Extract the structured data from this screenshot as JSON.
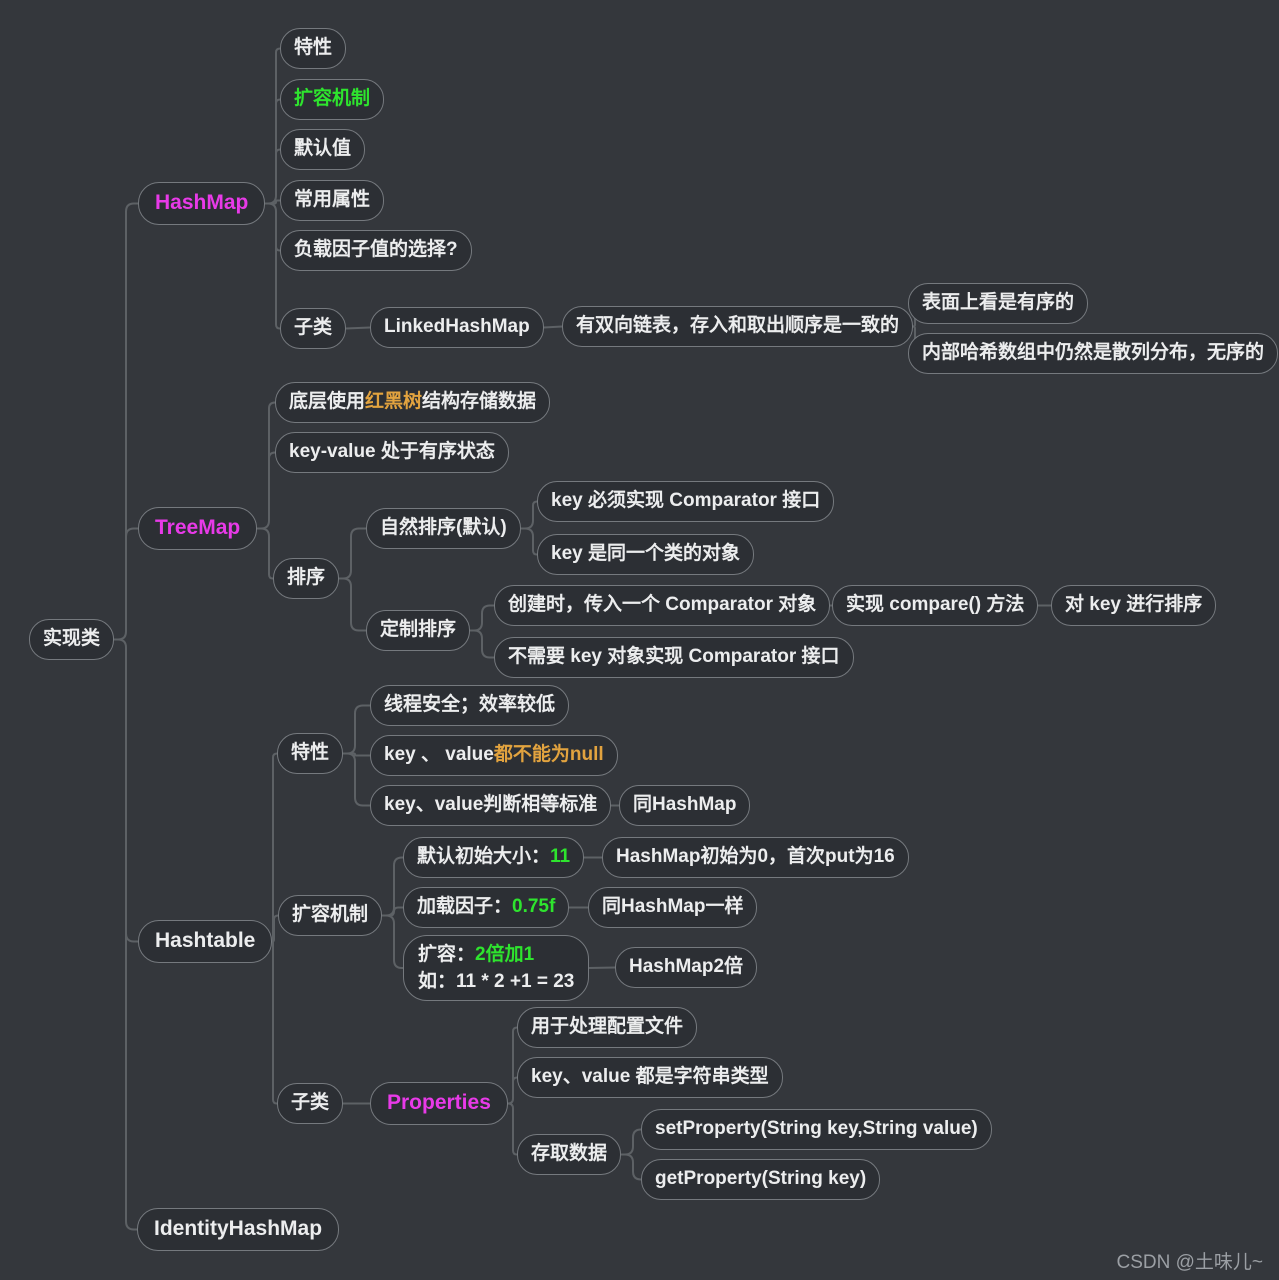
{
  "watermark": "CSDN @土味儿~",
  "colors": {
    "magenta": "#e83ae8",
    "green": "#2ee42e",
    "orange": "#e2a33f",
    "wire": "#5d6165",
    "node_fill": "#2c2f34",
    "node_border": "#75797e",
    "background": "#34373c",
    "text": "#ecedee"
  },
  "nodes": {
    "root": {
      "label": "实现类"
    },
    "hashmap": {
      "label": "HashMap"
    },
    "hm_feature": {
      "label": "特性"
    },
    "hm_expand": {
      "label": "扩容机制"
    },
    "hm_default": {
      "label": "默认值"
    },
    "hm_props": {
      "label": "常用属性"
    },
    "hm_loadfactor": {
      "label": "负载因子值的选择?"
    },
    "hm_subclass": {
      "label": "子类"
    },
    "linkedhashmap": {
      "label": "LinkedHashMap"
    },
    "lhm_desc": {
      "label": "有双向链表，存入和取出顺序是一致的"
    },
    "lhm_ordered": {
      "label": "表面上看是有序的"
    },
    "lhm_unordered": {
      "label": "内部哈希数组中仍然是散列分布，无序的"
    },
    "treemap": {
      "label": "TreeMap"
    },
    "tm_impl": {
      "seg1": "底层使用",
      "seg2": "红黑树",
      "seg3": "结构存储数据"
    },
    "tm_kv": {
      "label": "key-value 处于有序状态"
    },
    "tm_sort": {
      "label": "排序"
    },
    "tm_natural": {
      "label": "自然排序(默认)"
    },
    "tm_nat_comp": {
      "label": "key 必须实现 Comparator 接口"
    },
    "tm_nat_same": {
      "label": "key 是同一个类的对象"
    },
    "tm_custom": {
      "label": "定制排序"
    },
    "tm_cus_create": {
      "label": "创建时，传入一个 Comparator 对象"
    },
    "tm_cus_compare": {
      "label": "实现 compare() 方法"
    },
    "tm_cus_sortkey": {
      "label": "对 key 进行排序"
    },
    "tm_cus_noneed": {
      "label": "不需要 key 对象实现 Comparator 接口"
    },
    "hashtable": {
      "label": "Hashtable"
    },
    "ht_feature": {
      "label": "特性"
    },
    "ht_safe": {
      "label": "线程安全；效率较低"
    },
    "ht_null": {
      "seg1": "key 、 value",
      "seg2": "都不能为null"
    },
    "ht_equal": {
      "label": "key、value判断相等标准"
    },
    "ht_equal_same": {
      "label": "同HashMap"
    },
    "ht_expand": {
      "label": "扩容机制"
    },
    "ht_size": {
      "seg1": "默认初始大小：",
      "seg2": "11"
    },
    "ht_size_hm": {
      "label": "HashMap初始为0，首次put为16"
    },
    "ht_factor": {
      "seg1": "加载因子：",
      "seg2": "0.75f"
    },
    "ht_factor_hm": {
      "label": "同HashMap一样"
    },
    "ht_grow": {
      "line1_seg1": "扩容：",
      "line1_seg2": "2倍加1",
      "line2": "如：11 * 2 +1 = 23"
    },
    "ht_grow_hm": {
      "label": "HashMap2倍"
    },
    "ht_subclass": {
      "label": "子类"
    },
    "properties": {
      "label": "Properties"
    },
    "prop_config": {
      "label": "用于处理配置文件"
    },
    "prop_str": {
      "label": "key、value 都是字符串类型"
    },
    "prop_access": {
      "label": "存取数据"
    },
    "prop_set": {
      "label": "setProperty(String key,String value)"
    },
    "prop_get": {
      "label": "getProperty(String key)"
    }
  }
}
